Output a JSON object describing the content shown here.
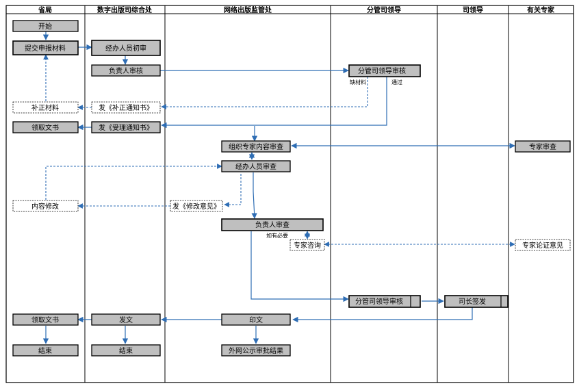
{
  "lanes": [
    {
      "id": "prov",
      "label": "省局"
    },
    {
      "id": "digital",
      "label": "数字出版司综合处"
    },
    {
      "id": "net",
      "label": "网络出版监管处"
    },
    {
      "id": "division_leader",
      "label": "分管司领导"
    },
    {
      "id": "dept_leader",
      "label": "司领导"
    },
    {
      "id": "experts",
      "label": "有关专家"
    }
  ],
  "nodes": {
    "start": "开始",
    "submit": "提交申报材料",
    "initial_review": "经办人员初审",
    "head_review": "负责人审核",
    "division_review_1": "分管司领导审核",
    "supplement": "补正材料",
    "notice_supplement": "发《补正通知书》",
    "receive_doc_1": "领取文书",
    "notice_accept": "发《受理通知书》",
    "org_expert_review": "组织专家内容审查",
    "expert_review": "专家审查",
    "staff_review": "经办人员审查",
    "content_modify": "内容修改",
    "send_modify_opinion": "发《修改意见》",
    "head_check": "负责人审查",
    "expert_consult": "专家咨询",
    "expert_opinion": "专家论证意见",
    "division_review_2": "分管司领导审核",
    "director_sign": "司长签发",
    "receive_doc_2": "领取文书",
    "issue_doc": "发文",
    "print_doc": "印文",
    "end_1": "结束",
    "end_2": "结束",
    "publish": "外网公示审批结果"
  },
  "labels": {
    "missing": "缺材料",
    "pass": "通过",
    "if_needed": "如有必要"
  },
  "colors": {
    "arrow": "#2e6db4",
    "node_fill": "#bfbfbf",
    "border": "#000000"
  }
}
